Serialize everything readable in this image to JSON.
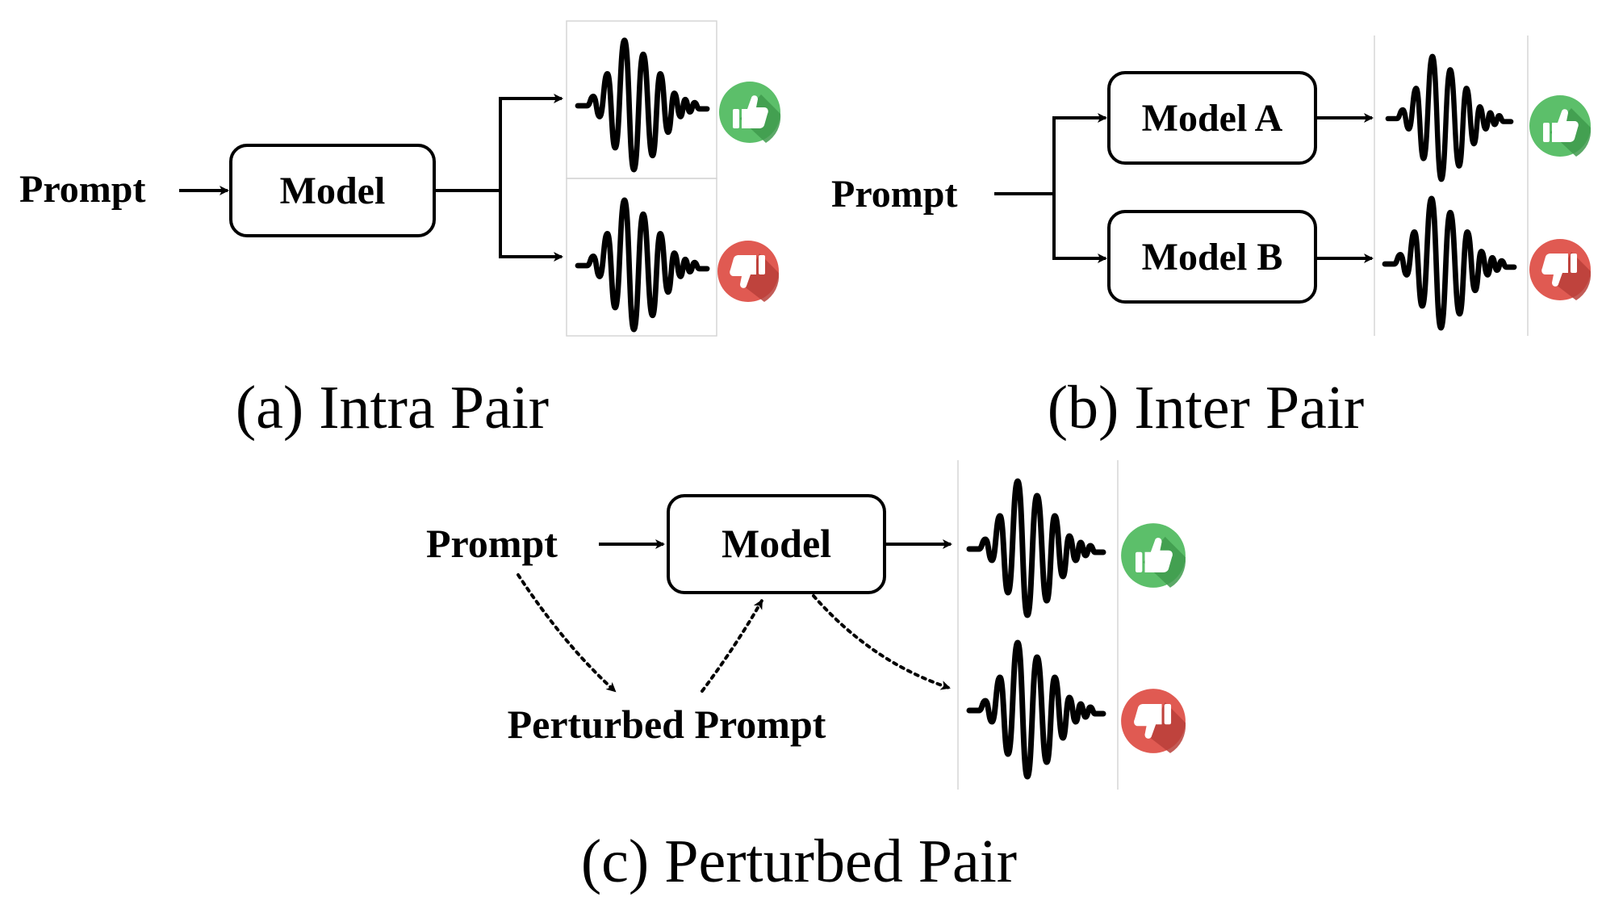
{
  "panel_a": {
    "prompt_label": "Prompt",
    "model_label": "Model",
    "caption": "(a) Intra Pair"
  },
  "panel_b": {
    "prompt_label": "Prompt",
    "model_a_label": "Model A",
    "model_b_label": "Model B",
    "caption": "(b) Inter Pair"
  },
  "panel_c": {
    "prompt_label": "Prompt",
    "model_label": "Model",
    "perturbed_label": "Perturbed Prompt",
    "caption": "(c) Perturbed Pair"
  },
  "icons": {
    "thumbs_up": "thumbs-up-icon",
    "thumbs_down": "thumbs-down-icon",
    "waveform": "audio-waveform-icon"
  },
  "colors": {
    "positive": "#5cbf6a",
    "positive_shadow": "#3e9a4c",
    "negative": "#e05a52",
    "negative_shadow": "#b8403a"
  }
}
